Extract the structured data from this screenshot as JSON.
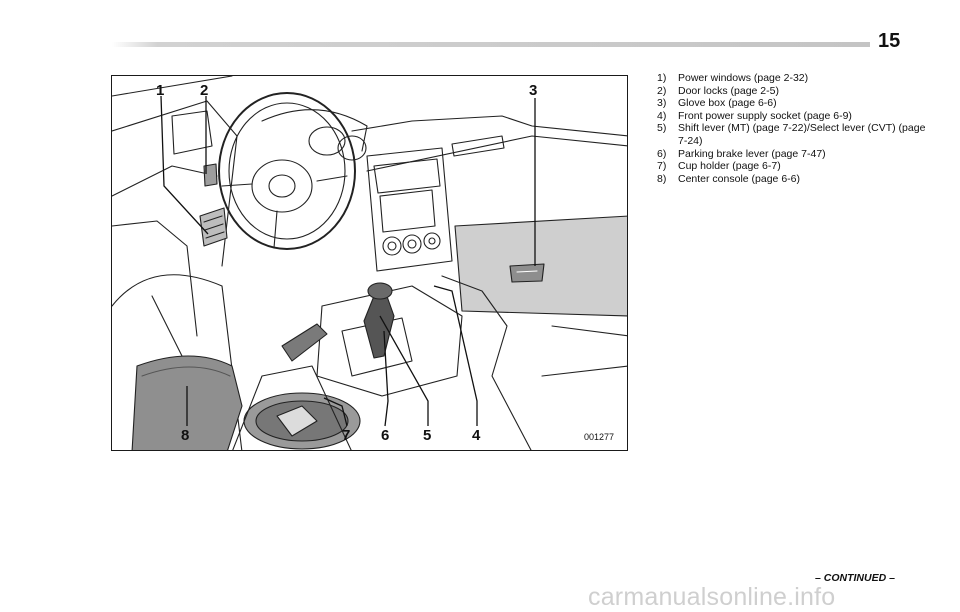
{
  "page": {
    "number": "15",
    "continued": "– CONTINUED –",
    "watermark": "carmanualsonline.info"
  },
  "figure": {
    "code": "001277",
    "callouts": [
      "1",
      "2",
      "3",
      "4",
      "5",
      "6",
      "7",
      "8"
    ]
  },
  "legend": [
    {
      "num": "1)",
      "text": "Power windows (page 2-32)"
    },
    {
      "num": "2)",
      "text": "Door locks (page 2-5)"
    },
    {
      "num": "3)",
      "text": "Glove box (page 6-6)"
    },
    {
      "num": "4)",
      "text": "Front power supply socket (page 6-9)"
    },
    {
      "num": "5)",
      "text": "Shift lever (MT) (page 7-22)/Select lever (CVT) (page 7-24)"
    },
    {
      "num": "6)",
      "text": "Parking brake lever (page 7-47)"
    },
    {
      "num": "7)",
      "text": "Cup holder (page 6-7)"
    },
    {
      "num": "8)",
      "text": "Center console (page 6-6)"
    }
  ]
}
